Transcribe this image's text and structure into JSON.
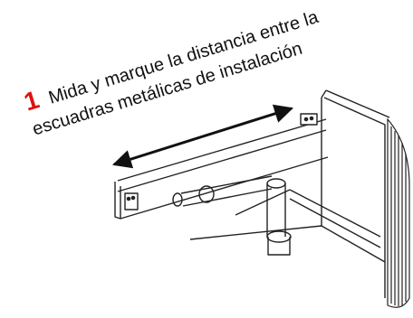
{
  "instruction": {
    "step_number": "1",
    "line1": "Mida y marque la distancia entre la",
    "line2": "escuadras metálicas de instalación"
  },
  "colors": {
    "step_number": "#e01010",
    "text": "#111111",
    "line": "#111111"
  }
}
